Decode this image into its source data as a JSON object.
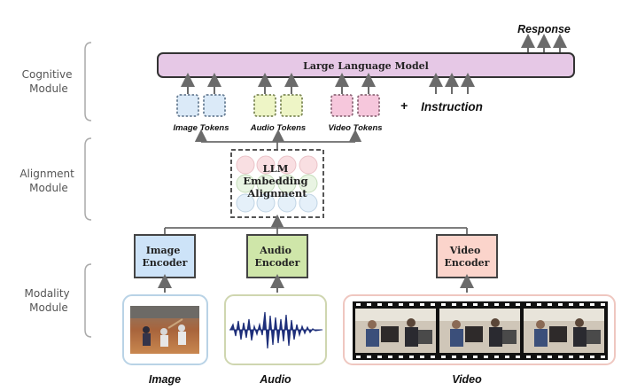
{
  "modules": {
    "cognitive": [
      "Cognitive",
      "Module"
    ],
    "alignment": [
      "Alignment",
      "Module"
    ],
    "modality": [
      "Modality",
      "Module"
    ]
  },
  "llm": {
    "label": "Large Language Model"
  },
  "response": {
    "label": "Response"
  },
  "instruction": {
    "plus": "+",
    "label": "Instruction"
  },
  "token_groups": [
    {
      "label": "Image Tokens",
      "color": "#dbeaf8",
      "border": "#6a7f95"
    },
    {
      "label": "Audio Tokens",
      "color": "#eef5c6",
      "border": "#7f8a5a"
    },
    {
      "label": "Video Tokens",
      "color": "#f6c7dc",
      "border": "#8f6a7a"
    }
  ],
  "alignment_box": {
    "lines": [
      "LLM",
      "Embedding",
      "Alignment"
    ]
  },
  "encoders": [
    {
      "lines": [
        "Image",
        "Encoder"
      ],
      "fill": "#cde3f8"
    },
    {
      "lines": [
        "Audio",
        "Encoder"
      ],
      "fill": "#cfe6a9"
    },
    {
      "lines": [
        "Video",
        "Encoder"
      ],
      "fill": "#fbd4cb"
    }
  ],
  "inputs": [
    {
      "label": "Image",
      "border": "#b9d3e6"
    },
    {
      "label": "Audio",
      "border": "#cfd6b0"
    },
    {
      "label": "Video",
      "border": "#efc7c0"
    }
  ],
  "colors": {
    "llm_fill": "#e6c8e6",
    "arrow": "#6b6b6b",
    "bracket": "#aaaaaa",
    "waveform": "#1e2f7a"
  },
  "icons": [
    "bracket",
    "arrow-up-icon",
    "photo-baseball",
    "audio-waveform",
    "film-strip"
  ]
}
